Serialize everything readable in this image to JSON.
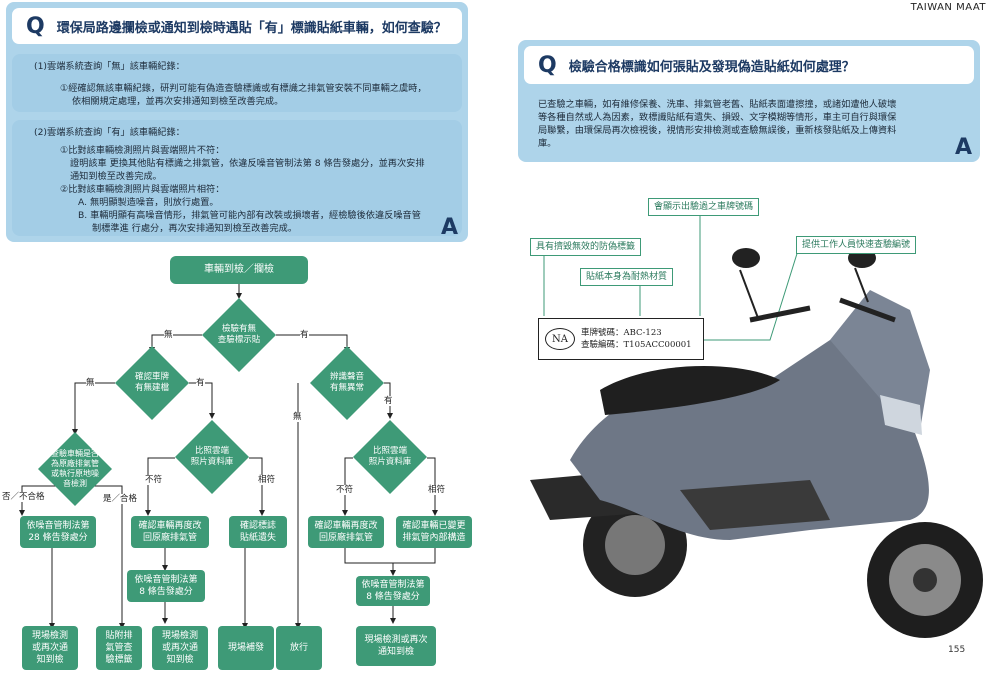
{
  "header": {
    "brand": "TAIWAN MAAT"
  },
  "left_qa": {
    "q_letter": "Q",
    "question": "環保局路邊攔檢或通知到檢時遇貼「有」標識貼紙車輛，如何查驗？",
    "a_letter": "A",
    "section1": {
      "title": "(1)雲端系統查詢「無」該車輛紀錄：",
      "lines": [
        "①經確認無該車輛紀錄，研判可能有偽造查驗標識或有標識之排氣管安裝不同車輛之虞時，",
        "依相關規定處理，並再次安排通知到檢至改善完成。"
      ]
    },
    "section2": {
      "title": "(2)雲端系統查詢「有」該車輛紀錄：",
      "lines": [
        "①比對該車輛檢測照片與雲端照片不符：",
        "證明該車 更換其他貼有標識之排氣管，依違反噪音管制法第 8 條告發處分，並再次安排",
        "通知到檢至改善完成。",
        "②比對該車輛檢測照片與雲端照片相符：",
        "A. 無明顯製造噪音，則放行處置。",
        "B. 車輛明顯有高噪音情形，排氣管可能內部有改裝或損壞者，經檢驗後依違反噪音管",
        "制標準進 行處分，再次安排通知到檢至改善完成。"
      ]
    }
  },
  "flow": {
    "start": "車輛到檢／攔檢",
    "d_main": "檢驗有無\n查驗標示貼",
    "d_left": "確認車牌\n有無建檔",
    "d_right": "辨識聲音\n有無異常",
    "d_ll": "查驗車輛是否\n為原廠排氣管\n或執行原地噪\n音檢測",
    "d_lm": "比照雲端\n照片資料庫",
    "d_rr": "比照雲端\n照片資料庫",
    "labels": {
      "none": "無",
      "has": "有",
      "no_fail": "否／不合格",
      "yes_pass": "是／合格",
      "mismatch": "不符",
      "match": "相符"
    },
    "boxes": {
      "b28": "依噪音管制法第\n28 條告發處分",
      "b_reconfirm1": "確認車輛再度改\n回原廠排氣管",
      "b_sticker_lost": "確認標誌\n貼紙遺失",
      "b_reconfirm2": "確認車輛再度改\n回原廠排氣管",
      "b_changed": "確認車輛已變更\n排氣管內部構造",
      "b8a": "依噪音管制法第\n8 條告發處分",
      "b8b": "依噪音管制法第\n8 條告發處分",
      "e1": "現場檢測\n或再次通\n知到檢",
      "e2": "貼附排\n氣管查\n驗標籤",
      "e3": "現場檢測\n或再次通\n知到檢",
      "e4": "現場補發",
      "e5": "放行",
      "e6": "現場檢測或再次\n通知到檢"
    }
  },
  "right_qa": {
    "q_letter": "Q",
    "question": "檢驗合格標識如何張貼及發現偽造貼紙如何處理？",
    "answer_lines": [
      "已查驗之車輛，如有維修保養、洗車、排氣管老舊、貼紙表面遭擦撞，或諸如遭他人破壞",
      "等各種自然或人為因素，致標識貼紙有遺失、損毀、文字模糊等情形，車主可自行與環保",
      "局聯繫，由環保局再次檢視後，視情形安排檢測或查驗無誤後，重新核發貼紙及上傳資料",
      "庫。"
    ],
    "a_letter": "A"
  },
  "callouts": {
    "plate_shown": "會顯示出驗過之車牌號碼",
    "anti_tamper": "具有擠毀無效的防偽標籤",
    "heat_resist": "貼紙本身為耐熱材質",
    "staff_query": "提供工作人員快速查驗編號"
  },
  "sticker": {
    "logo": "NA",
    "plate_line": "車牌號碼：ABC-123",
    "id_line": "查驗編碼：T105ACC00001"
  },
  "page_number": "155"
}
